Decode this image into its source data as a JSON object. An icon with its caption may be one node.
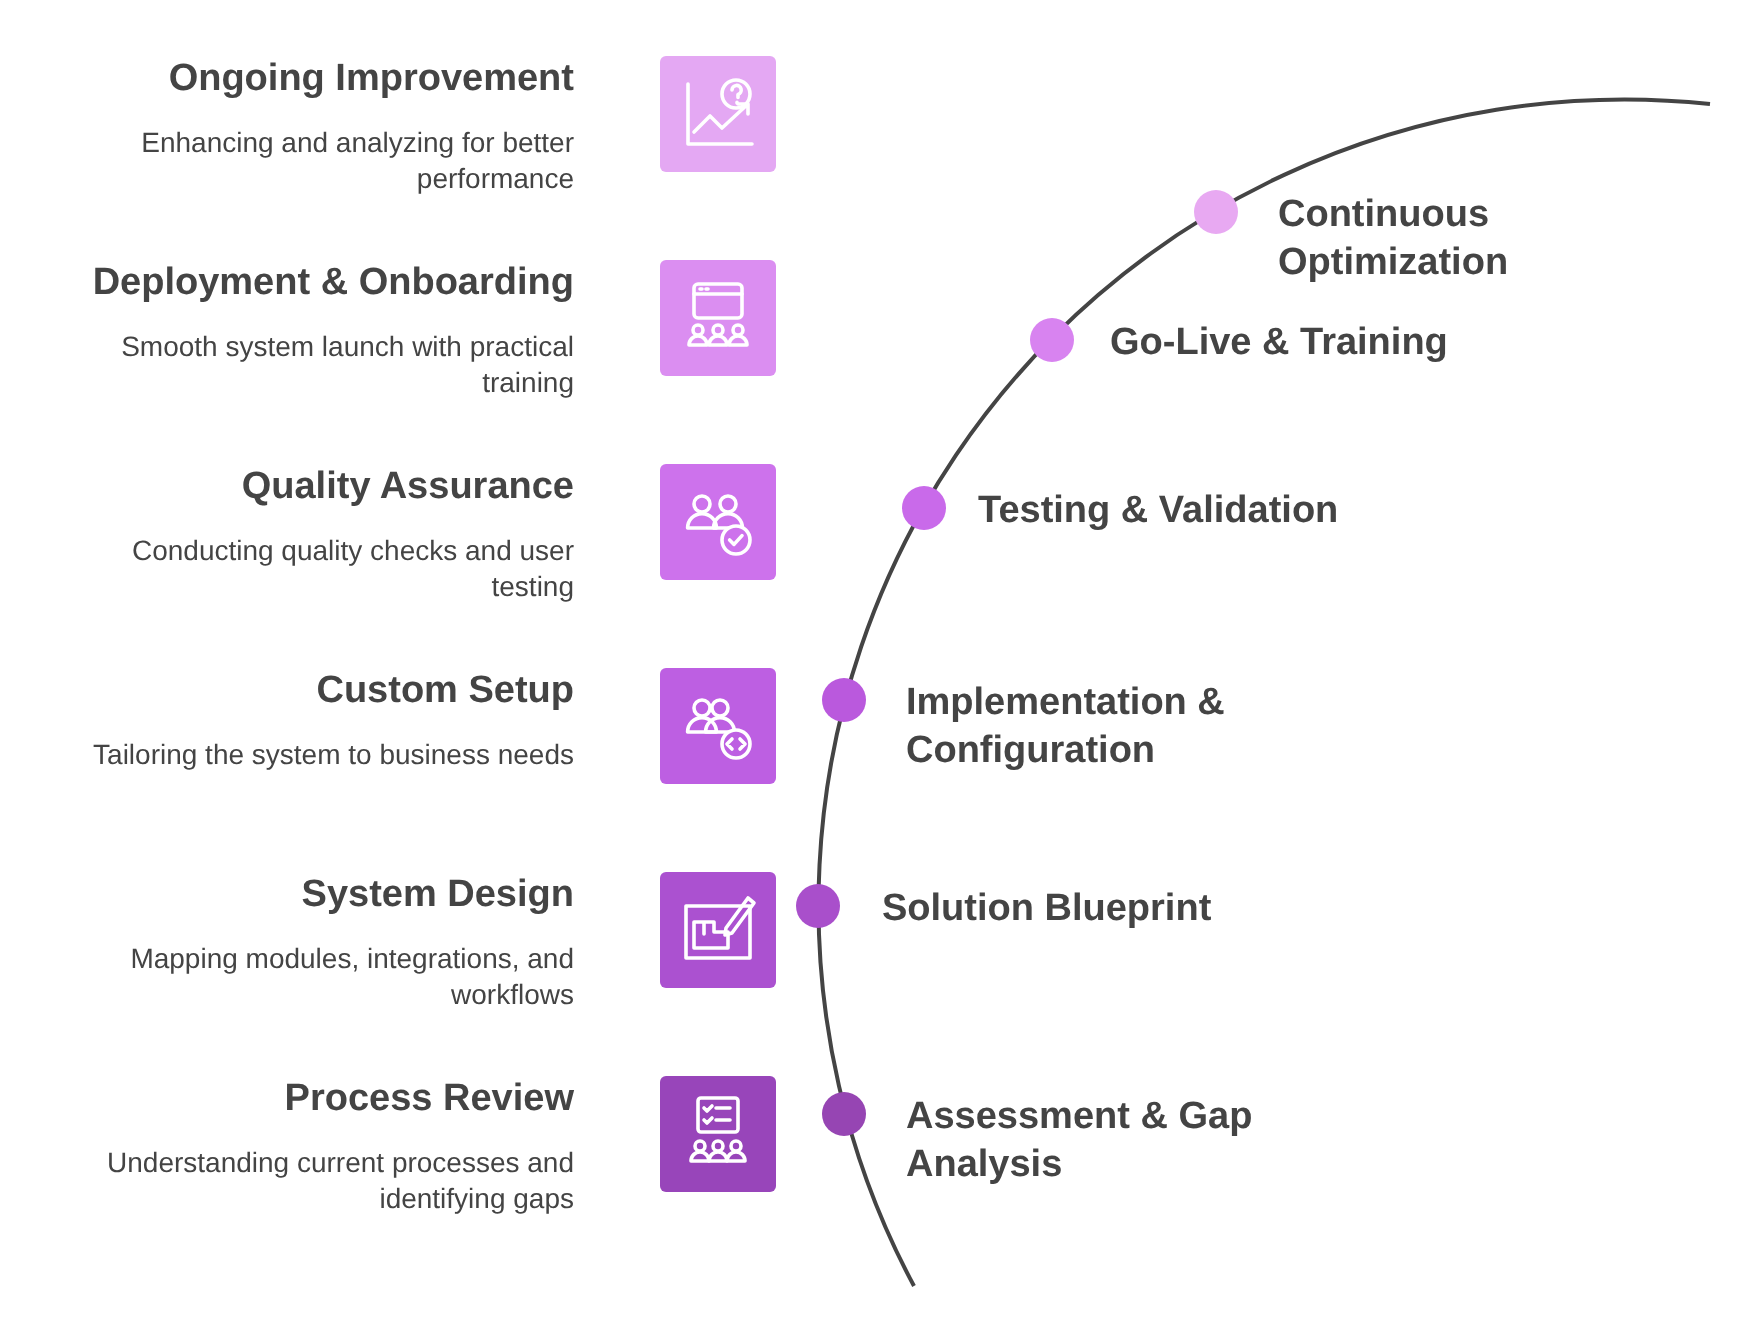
{
  "diagram": {
    "nodes": [
      {
        "text": [
          "Ongoing Improvement",
          "Enhancing and analyzing for better performance"
        ]
      },
      {
        "text": [
          "Deployment & Onboarding",
          "Smooth system launch with practical training"
        ]
      },
      {
        "text": [
          "Quality Assurance",
          "Conducting quality checks and user testing"
        ]
      },
      {
        "text": [
          "Custom Setup",
          "Tailoring the system to business needs"
        ]
      },
      {
        "text": [
          "System Design",
          "Mapping modules, integrations, and workflows"
        ]
      },
      {
        "text": [
          "Process Review",
          "Understanding current processes and identifying gaps"
        ]
      },
      {
        "text": [],
        "shape": "circle",
        "beside": [
          "Continuous Optimization"
        ]
      },
      {
        "text": [],
        "shape": "circle",
        "beside": [
          "Go-Live & Training"
        ]
      },
      {
        "text": [],
        "shape": "circle",
        "beside": [
          "Testing & Validation"
        ]
      },
      {
        "text": [],
        "shape": "circle",
        "beside": [
          "Implementation & Configuration"
        ]
      },
      {
        "text": [],
        "shape": "circle",
        "beside": [
          "Solution Blueprint"
        ]
      },
      {
        "text": [],
        "shape": "circle",
        "beside": [
          "Assessment & Gap Analysis"
        ]
      }
    ],
    "edges": []
  }
}
